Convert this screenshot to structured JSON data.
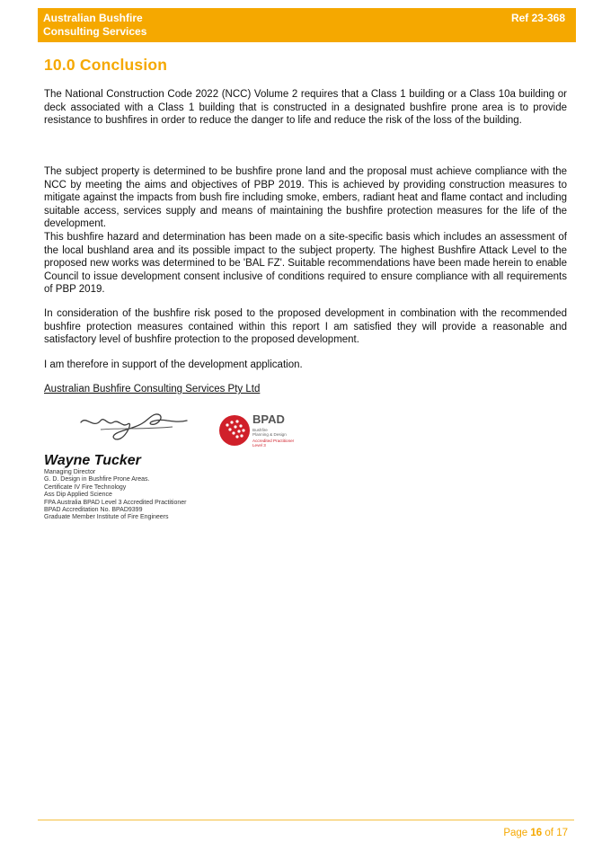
{
  "header": {
    "org_line1": "Australian Bushfire",
    "org_line2": "Consulting Services",
    "ref": "Ref 23-368"
  },
  "section_title": "10.0 Conclusion",
  "paragraphs": [
    "The National Construction Code 2022 (NCC) Volume 2 requires that a Class 1 building or a Class 10a building or deck associated with a Class 1 building that is constructed in a designated bushfire prone area is to provide resistance to bushfires in order to reduce the danger to life and reduce the risk of the loss of the building.",
    "The subject property is determined to be bushfire prone land and the proposal must achieve compliance with the NCC by meeting the aims and objectives of PBP 2019. This is achieved by providing construction measures to mitigate against the impacts from bush fire including smoke, embers, radiant heat and flame contact and including suitable access, services supply and means of maintaining the bushfire protection measures for the life of the development.",
    "This bushfire hazard and determination has been made on a site-specific basis which includes an assessment of the local bushland area and its possible impact to the subject property. The highest Bushfire Attack Level to the proposed new works was determined to be 'BAL FZ'. Suitable recommendations have been made herein to enable Council to issue development consent inclusive of conditions required to ensure compliance with all requirements of PBP 2019.",
    "In consideration of the bushfire risk posed to the proposed development in combination with the recommended bushfire protection measures contained within this report I am satisfied they will provide a reasonable and satisfactory level of bushfire protection to the proposed development.",
    "I am therefore in support of the development application."
  ],
  "company": "Australian Bushfire Consulting Services Pty Ltd",
  "bpad": {
    "title": "BPAD",
    "sub1": "Bushfire",
    "sub2": "Planning & Design",
    "accred1": "Accredited Practitioner",
    "accred2": "Level 3"
  },
  "signer": {
    "name": "Wayne Tucker",
    "credentials": [
      "Managing Director",
      "G. D. Design in Bushfire Prone Areas.",
      "Certificate IV Fire Technology",
      "Ass Dip Applied Science",
      "FPA Australia BPAD Level 3 Accredited Practitioner",
      "BPAD Accreditation No. BPAD9399",
      "Graduate Member Institute of Fire Engineers"
    ]
  },
  "footer": {
    "page_label": "Page",
    "current_page": "16",
    "of_label": "of",
    "total_pages": "17"
  },
  "colors": {
    "accent": "#f5a800",
    "bpad_red": "#d0202a"
  }
}
